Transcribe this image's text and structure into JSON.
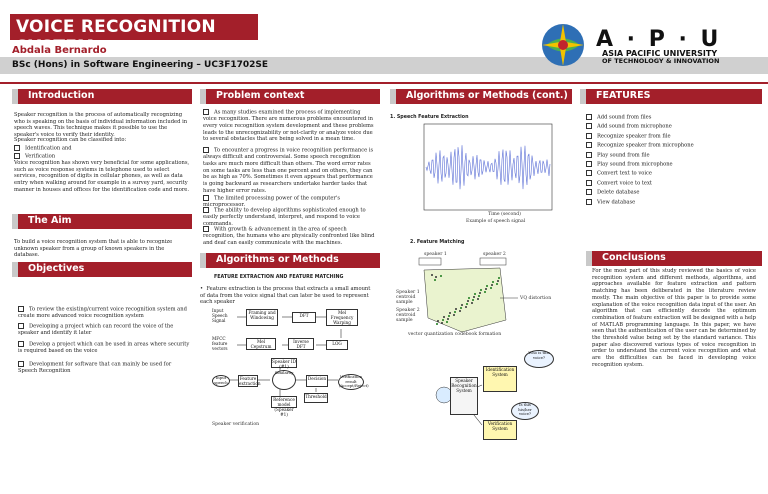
{
  "header": {
    "title": "VOICE RECOGNITION SYSTEM",
    "author": "Abdala Bernardo",
    "course": "BSc (Hons) in Software Engineering – UC3F1702SE",
    "logo_letters": "A · P · U",
    "logo_line1": "ASIA PACIFIC UNIVERSITY",
    "logo_line2": "OF TECHNOLOGY & INNOVATION"
  },
  "introduction": {
    "heading": "Introduction",
    "para1": "Speaker recognition is the process of automatically recognizing who is speaking on the basis of individual information included in speech waves. This technique makes it possible to use the speaker's voice to verify their identity.",
    "para2": "Speaker recognition can be classified into:",
    "items": [
      "Identification and",
      "Verification"
    ],
    "para3": "Voice recognition has shown very beneficial for some applications, such as voice response systems in telephone used to select services, recognition of digits in cellular phones, as well as data entry when walking around for example in a survey yard, security manner in houses and offices for the identification code and more."
  },
  "aim": {
    "heading": "The Aim",
    "text": "To build a voice recognition system that is able to recognize unknown speaker from a group of known speakers in the database."
  },
  "objectives": {
    "heading": "Objectives",
    "items": [
      "To review the existing/current voice recognition system and create more advanced voice recognition system",
      "Developing a project which can record the voice of the speaker and identify it later",
      "Develop a project which can be used in areas where security is required based on the voice",
      "Development for software that can mainly be used for Speech Recognition"
    ]
  },
  "problem": {
    "heading": "Problem context",
    "items": [
      "As many studies examined the process of implementing voice recognition. There are numerous problems encountered in every voice recognition system development and these problems leads to the unrecognizability or not-clarity or analyze voice due to several obstacles that are being solved in a mean time.",
      "To encounter a progress in voice recognition performance is always difficult and controversial. Some speech recognition tasks are much more difficult than others. The word error rates on some tasks are less than one percent and on others, they can be as high as 70%. Sometimes it even appears that performance is going backward as researchers undertake harder tasks that have higher error rates.",
      "The limited processing power of the computer's microprocessor.",
      "The ability to develop algorithms sophisticated enough to easily perfectly understand, interpret, and respond to voice commands.",
      "With growth & advancement in the area of speech recognition, the humans who are physically confronted like blind and deaf can easily communicate with the machines."
    ]
  },
  "methods": {
    "heading": "Algorithms or Methods",
    "subtitle": "FEATURE EXTRACTION AND FEATURE MATCHING",
    "text": "Feature extraction is the process that extracts a small amount of data from the voice signal that can later be used to represent each speaker",
    "flow": {
      "input": "Input Speech Signal",
      "framing": "Framing and Windowing",
      "dft": "DFT",
      "mel": "Mel Frequency Warping",
      "mfcc": "MFCC feature vectors",
      "mel_cep": "Mel Cepstrum",
      "inverse": "Inverse DFT",
      "log": "LOG"
    },
    "verification": {
      "input": "Input speech",
      "feature": "Feature extraction",
      "ref": "Reference model (Speaker #1)",
      "sim": "Similarity",
      "decision": "Decision",
      "result": "Verification result (Accept/Reject)",
      "threshold": "Threshold",
      "speaker_id": "Speaker ID (#1)",
      "caption": "Speaker verification"
    }
  },
  "algo_cont": {
    "heading": "Algorithms or Methods (cont.)",
    "step1": "1. Speech Feature Extraction",
    "chart_xlabel": "Time (second)",
    "chart_caption": "Example of speech signal",
    "step2": "2. Feature Matching",
    "speaker1": "speaker 1",
    "speaker2": "speaker 2",
    "legend1": "Speaker 1 centroid sample",
    "legend2": "Speaker 2 centroid sample",
    "vq_label": "VQ distortion",
    "vq_caption": "vector quantization codebook formation",
    "id_system": "Identification System",
    "verify_system": "Verification System",
    "core": "Speaker Recognition System",
    "q1": "Who is this voice?",
    "q2": "Is this his/her voice?"
  },
  "features": {
    "heading": "FEATURES",
    "items": [
      "Add sound from files",
      "Add sound from microphone",
      "Recognize speaker from file",
      "Recognize speaker from microphone",
      "Play sound from file",
      "Play sound from microphone",
      "Convert text to voice",
      "Convert voice to text",
      "Delete database",
      "View database"
    ]
  },
  "conclusions": {
    "heading": "Conclusions",
    "text": "For the most part of this study reviewed the basics of voice recognition system and different methods, algorithms, and approaches available for feature extraction and pattern matching has been deliberated in the literature review mostly. The main objective of this paper is to provide some explanation of the voice recognition data input of the user. An algorithm that can efficiently decode the optimum combination of feature extraction will be designed with a help of MATLAB programming language. In this paper, we have seen that the authentication of the user can be determined by the threshold value being set by the standard variance. This paper also discovered various types of voice recognition in order to understand the current voice recognition and what are the difficulties can be faced in developing voice recognition system."
  },
  "colors": {
    "accent": "#a31f2a",
    "band": "#d0d0d0"
  }
}
